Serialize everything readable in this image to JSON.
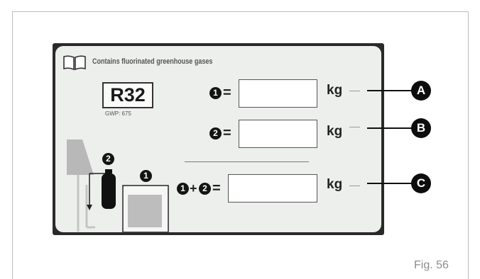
{
  "label": {
    "header": "Contains fluorinated greenhouse gases",
    "refrigerant": "R32",
    "gwp": "GWP: 675",
    "charges": [
      {
        "marker": "1",
        "unit": "kg",
        "callout": "A"
      },
      {
        "marker": "2",
        "unit": "kg",
        "callout": "B"
      },
      {
        "markers": [
          "1",
          "2"
        ],
        "plus": "+",
        "unit": "kg",
        "callout": "C"
      }
    ],
    "equals": "=",
    "illustration": {
      "outdoor_marker": "1",
      "cylinder_marker": "2"
    }
  },
  "caption": "Fig. 56",
  "icons": [
    "book-icon",
    "cylinder-icon",
    "outdoor-unit-icon",
    "indoor-unit-icon"
  ]
}
